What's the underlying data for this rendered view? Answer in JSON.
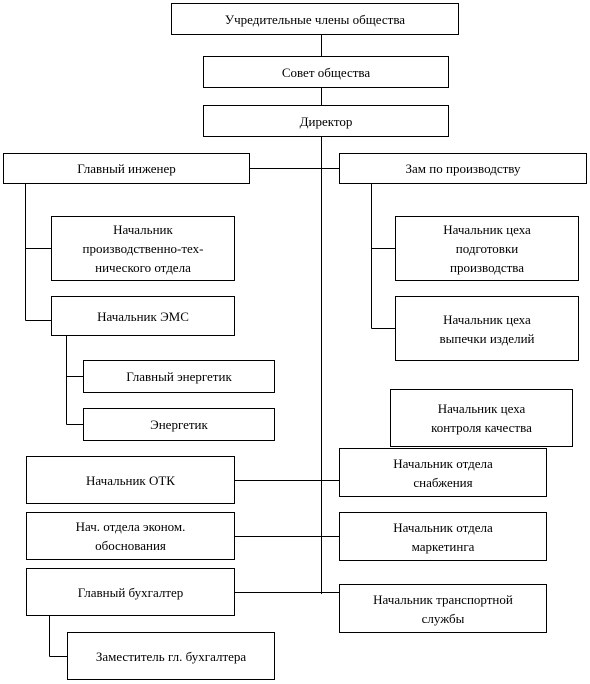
{
  "diagram": {
    "nodes": {
      "founders": "Учредительные члены общества",
      "council": "Совет общества",
      "director": "Директор",
      "chief_engineer": "Главный инженер",
      "deputy_production": "Зам по производству",
      "head_ptd": "Начальник\nпроизводственно-тех-\nнического отдела",
      "head_ems": "Начальник ЭМС",
      "chief_power": "Главный энергетик",
      "power_engineer": "Энергетик",
      "head_prep_shop": "Начальник цеха\nподготовки\nпроизводства",
      "head_baking_shop": "Начальник цеха\nвыпечки изделий",
      "head_quality_shop": "Начальник цеха\nконтроля качества",
      "head_otk": "Начальник ОТК",
      "head_supply": "Начальник отдела\nснабжения",
      "head_econ": "Нач. отдела эконом.\nобоснования",
      "head_marketing": "Начальник отдела\nмаркетинга",
      "chief_accountant": "Главный бухгалтер",
      "head_transport": "Начальник транспортной\nслужбы",
      "deputy_accountant": "Заместитель гл. бухгалтера"
    }
  }
}
